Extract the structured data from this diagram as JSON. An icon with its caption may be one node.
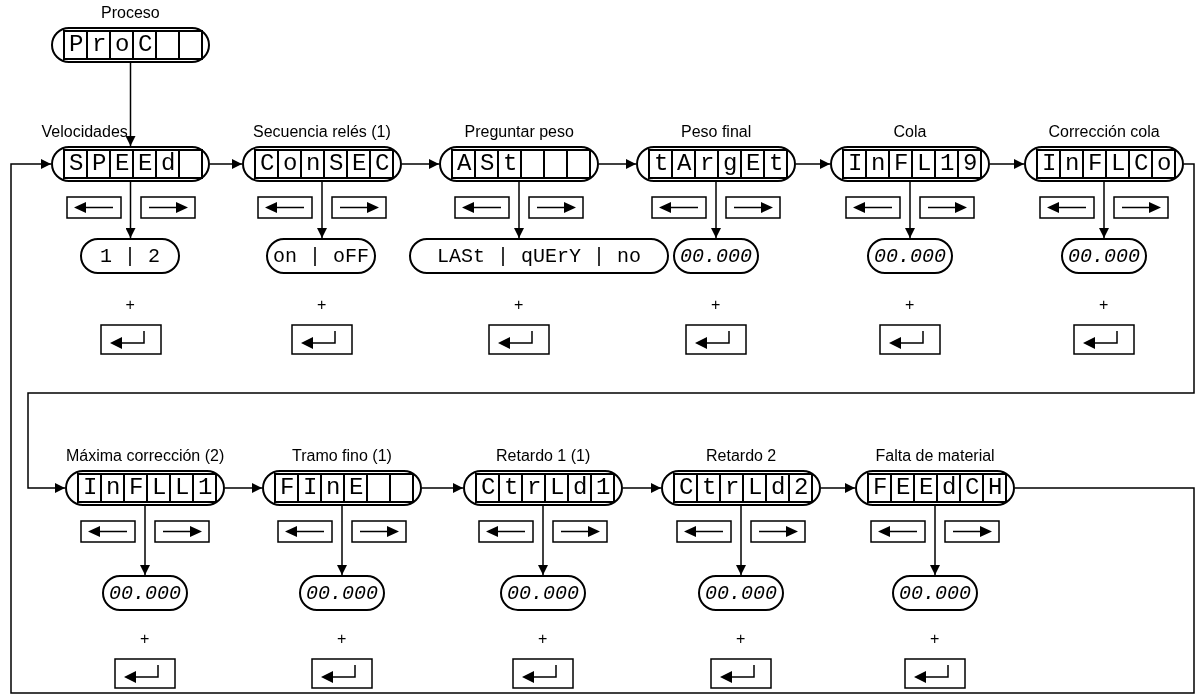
{
  "diagram": {
    "nodes": [
      {
        "text": [
          "Proceso",
          "ProC"
        ]
      },
      {
        "text": [
          "Velocidades",
          "SPEEd"
        ]
      },
      {
        "text": [
          "1 | 2"
        ]
      },
      {
        "text": [
          "Secuencia relés (1)",
          "ConSEC"
        ]
      },
      {
        "text": [
          "on | oFF"
        ]
      },
      {
        "text": [
          "Preguntar peso",
          "ASt"
        ]
      },
      {
        "text": [
          "LASt | qUErY | no"
        ]
      },
      {
        "text": [
          "Peso final",
          "tArgEt"
        ]
      },
      {
        "text": [
          "00.000"
        ]
      },
      {
        "text": [
          "Cola",
          "InFL19"
        ]
      },
      {
        "text": [
          "00.000"
        ]
      },
      {
        "text": [
          "Corrección cola",
          "InFLCo"
        ]
      },
      {
        "text": [
          "00.000"
        ]
      },
      {
        "text": [
          "Máxima corrección (2)",
          "InFLL1"
        ]
      },
      {
        "text": [
          "00.000"
        ]
      },
      {
        "text": [
          "Tramo fino (1)",
          "FInE"
        ]
      },
      {
        "text": [
          "00.000"
        ]
      },
      {
        "text": [
          "Retardo 1 (1)",
          "CtrLd1"
        ]
      },
      {
        "text": [
          "00.000"
        ]
      },
      {
        "text": [
          "Retardo 2",
          "CtrLd2"
        ]
      },
      {
        "text": [
          "00.000"
        ]
      },
      {
        "text": [
          "Falta de material",
          "FEEdCH"
        ]
      },
      {
        "text": [
          "00.000"
        ]
      }
    ],
    "edges": [
      {
        "from": 0,
        "to": 1,
        "arrow": "to"
      },
      {
        "from": 1,
        "to": 3,
        "arrow": "to"
      },
      {
        "from": 3,
        "to": 5,
        "arrow": "to"
      },
      {
        "from": 5,
        "to": 7,
        "arrow": "to"
      },
      {
        "from": 7,
        "to": 9,
        "arrow": "to"
      },
      {
        "from": 9,
        "to": 11,
        "arrow": "to"
      },
      {
        "from": 11,
        "to": 13,
        "arrow": "to"
      },
      {
        "from": 13,
        "to": 15,
        "arrow": "to"
      },
      {
        "from": 15,
        "to": 17,
        "arrow": "to"
      },
      {
        "from": 17,
        "to": 19,
        "arrow": "to"
      },
      {
        "from": 19,
        "to": 21,
        "arrow": "to"
      },
      {
        "from": 21,
        "to": 1,
        "arrow": "to"
      },
      {
        "from": 1,
        "to": 2,
        "arrow": "to"
      },
      {
        "from": 3,
        "to": 4,
        "arrow": "to"
      },
      {
        "from": 5,
        "to": 6,
        "arrow": "to"
      },
      {
        "from": 7,
        "to": 8,
        "arrow": "to"
      },
      {
        "from": 9,
        "to": 10,
        "arrow": "to"
      },
      {
        "from": 11,
        "to": 12,
        "arrow": "to"
      },
      {
        "from": 13,
        "to": 14,
        "arrow": "to"
      },
      {
        "from": 15,
        "to": 16,
        "arrow": "to"
      },
      {
        "from": 17,
        "to": 18,
        "arrow": "to"
      },
      {
        "from": 19,
        "to": 20,
        "arrow": "to"
      },
      {
        "from": 21,
        "to": 22,
        "arrow": "to"
      }
    ],
    "labels": [
      "+",
      "+",
      "+",
      "+",
      "+",
      "+",
      "+",
      "+",
      "+",
      "+",
      "+"
    ]
  }
}
